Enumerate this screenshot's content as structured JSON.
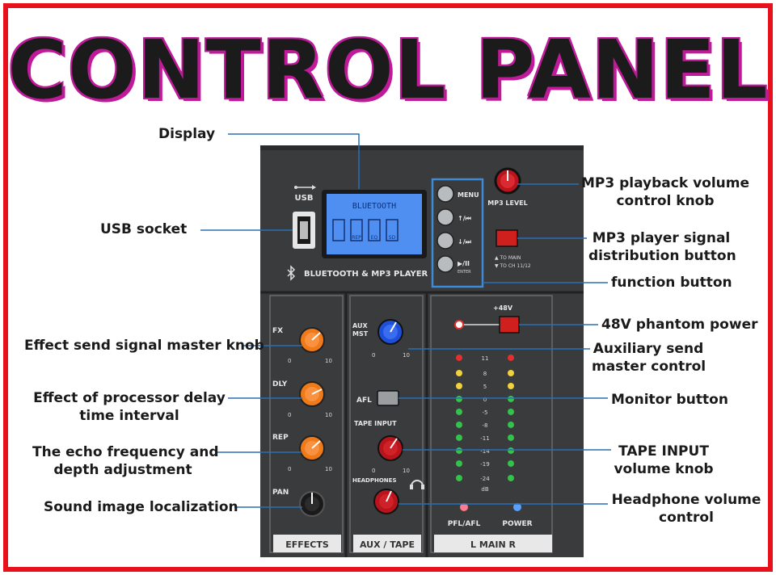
{
  "title": "CONTROL PANEL",
  "labels": {
    "display": "Display",
    "usb_socket": "USB socket",
    "effect_send": "Effect send signal master knob",
    "delay_1": "Effect of processor delay",
    "delay_2": "time interval",
    "echo_1": "The echo frequency and",
    "echo_2": "depth adjustment",
    "sound_image": "Sound image localization",
    "mp3_vol_1": "MP3 playback volume",
    "mp3_vol_2": "control knob",
    "mp3_sig_1": "MP3 player signal",
    "mp3_sig_2": "distribution button",
    "function_button": "function button",
    "phantom": "48V phantom power",
    "aux_1": "Auxiliary send",
    "aux_2": "master control",
    "monitor": "Monitor button",
    "tape_1": "TAPE INPUT",
    "tape_2": "volume knob",
    "hp_1": "Headphone volume",
    "hp_2": "control"
  },
  "panel": {
    "usb_label": "USB",
    "display_text": "BLUETOOTH",
    "display_icons": [
      "REP",
      "EQ",
      "SD"
    ],
    "bt_label": "BLUETOOTH & MP3 PLAYER",
    "menu_buttons": [
      "MENU",
      "↑/⏮",
      "↓/⏭",
      "▶/II"
    ],
    "enter_label": "ENTER",
    "mp3_level": "MP3 LEVEL",
    "to_main": "▲ TO MAIN",
    "to_ch": "▼ TO CH 11/12",
    "knob_fx": "FX",
    "knob_dly": "DLY",
    "knob_rep": "REP",
    "knob_pan": "PAN",
    "aux_mst_1": "AUX",
    "aux_mst_2": "MST",
    "afl": "AFL",
    "tape_input": "TAPE INPUT",
    "headphones": "HEADPHONES",
    "plus48": "+48V",
    "meter_scale": [
      "8",
      "5",
      "0",
      "-5",
      "-8",
      "-11",
      "-14",
      "-19",
      "-24"
    ],
    "meter_top": "11",
    "db": "dB",
    "pfl_afl": "PFL/AFL",
    "power": "POWER",
    "section_effects": "EFFECTS",
    "section_aux_tape": "AUX / TAPE",
    "section_main": "L  MAIN  R",
    "scale_zero": "0",
    "scale_ten": "10"
  },
  "colors": {
    "frame": "#e8101a",
    "title_shadow": "#c01a9a",
    "panel": "#3a3b3d",
    "orange_knob": "#f07a18",
    "red_knob": "#b8141c",
    "blue_knob": "#1e4fd8",
    "callout_line": "#2b6fb3",
    "menu_box": "#3d8ad8"
  }
}
